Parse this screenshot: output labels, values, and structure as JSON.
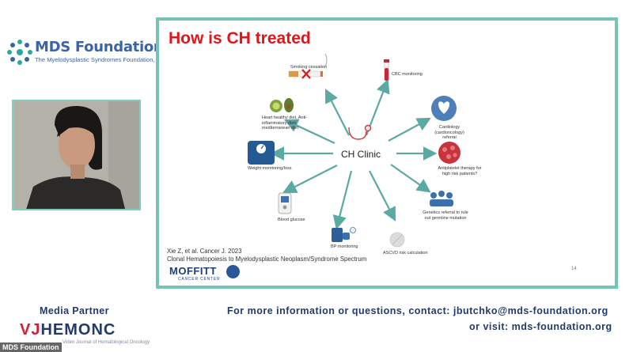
{
  "header": {
    "logo_title": "MDS Foundation",
    "logo_subtitle": "The Myelodysplastic Syndromes Foundation, Inc."
  },
  "slide": {
    "title": "How is CH treated",
    "center_label": "CH Clinic",
    "items": {
      "smoking": "Smoking cessation",
      "cbc": "CBC monitoring",
      "diet": "Heart healthy diet, Anti-inflammatory diet/ mediterranean diet",
      "cardio": "Cardiology (cardioncology) referral",
      "weight": "Weight monitoring/loss",
      "antiplatelet": "Antiplatelet therapy for high risk patients?",
      "glucose": "Blood glucose",
      "genetics": "Genetics referral to rule out germline mutation",
      "bp": "BP monitoring",
      "ascvd": "ASCVD risk calculation"
    },
    "citation_line1": "Xie Z, et al. Cancer J. 2023",
    "citation_line2": "Clonal Hematopoiesis to Myelodysplastic Neoplasm/Syndrome Spectrum",
    "moffitt_name": "MOFFITT",
    "moffitt_sub": "CANCER CENTER",
    "page_number": "14"
  },
  "footer": {
    "media_partner": "Media Partner",
    "vj_brand_a": "VJ",
    "vj_brand_b": "HEMONC",
    "vj_sub": "Video Journal of Hematological Oncology",
    "contact_line1": "For more information or questions, contact: jbutchko@mds-foundation.org",
    "contact_line2": "or visit: mds-foundation.org",
    "watermark": "MDS Foundation"
  },
  "colors": {
    "brand_navy": "#233a6b",
    "slide_border": "#76c4b5",
    "title_red": "#e0161a",
    "arrow_teal": "#5aa9a3"
  }
}
